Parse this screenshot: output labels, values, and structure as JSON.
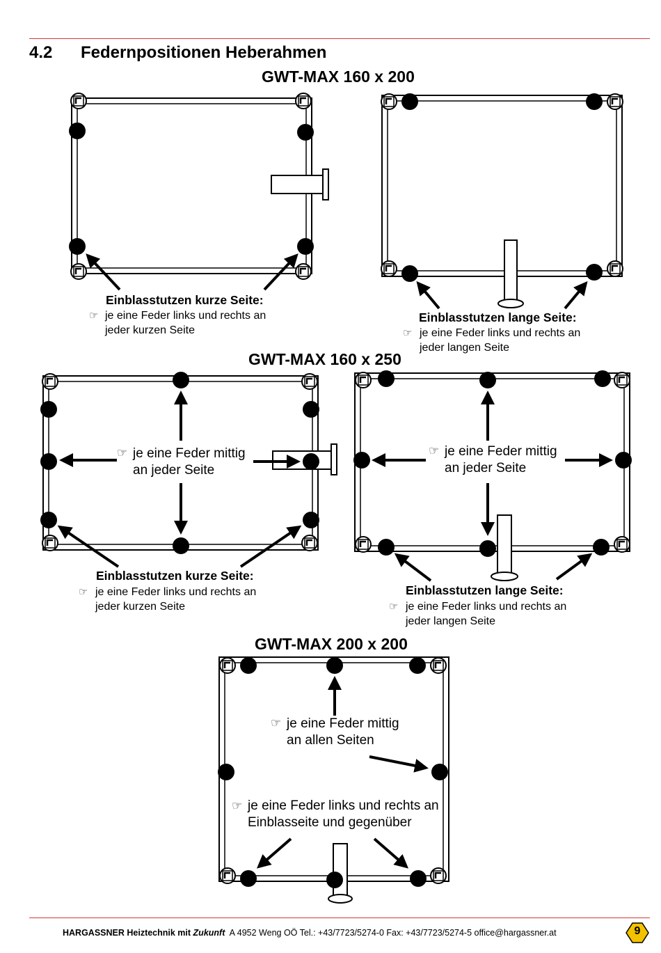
{
  "section": {
    "number": "4.2",
    "title": "Federnpositionen Heberahmen"
  },
  "models": {
    "m1": "GWT-MAX 160 x 200",
    "m2": "GWT-MAX 160 x 250",
    "m3": "GWT-MAX 200 x 200"
  },
  "captions": {
    "kurze_title": "Einblasstutzen kurze Seite:",
    "kurze_line1": "je eine Feder links und rechts an",
    "kurze_line2": "jeder kurzen Seite",
    "lange_title": "Einblasstutzen lange Seite:",
    "lange_line1": "je eine Feder links und rechts an",
    "lange_line2": "jeder langen Seite",
    "mittig_line1": "je eine Feder mittig",
    "mittig_line2": "an jeder Seite",
    "allen_line1": "je eine Feder mittig",
    "allen_line2": "an allen Seiten",
    "einblas_line1": "je eine Feder links und rechts an",
    "einblas_line2": "Einblasseite und gegenüber"
  },
  "icons": {
    "pointing_hand": "pointing-hand-icon"
  },
  "footer": {
    "company": "HARGASSNER Heiztechnik mit",
    "slogan": "Zukunft",
    "address": "A 4952 Weng OÖ  Tel.: +43/7723/5274-0  Fax: +43/7723/5274-5  office@hargassner.at"
  },
  "page_number": "9",
  "colors": {
    "rule": "#d23a3a",
    "badge": "#f2c200"
  }
}
